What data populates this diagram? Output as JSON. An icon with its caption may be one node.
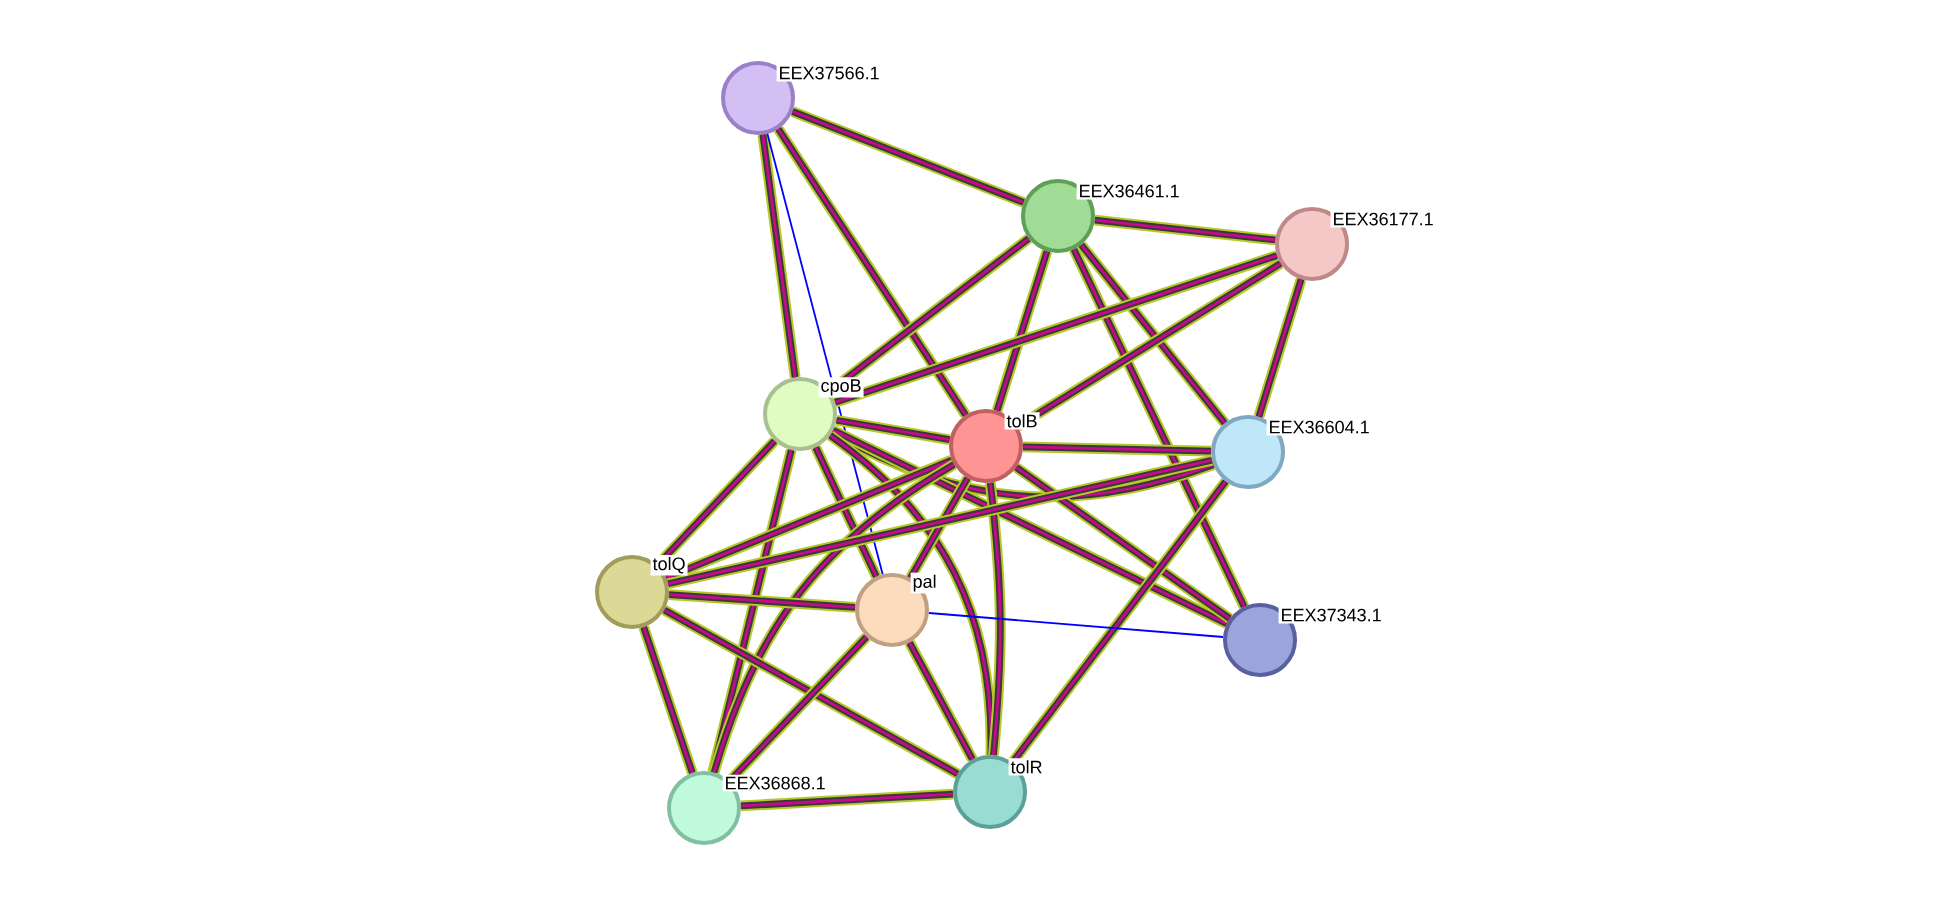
{
  "diagram": {
    "nodes": [
      {
        "text": [
          "EEX37566.1"
        ]
      },
      {
        "text": [
          "EEX36461.1"
        ]
      },
      {
        "text": [
          "EEX36177.1"
        ]
      },
      {
        "text": [
          "cpoB"
        ]
      },
      {
        "text": [
          "tolB"
        ]
      },
      {
        "text": [
          "EEX36604.1"
        ]
      },
      {
        "text": [
          "tolQ"
        ]
      },
      {
        "text": [
          "pal"
        ]
      },
      {
        "text": [
          "EEX37343.1"
        ]
      },
      {
        "text": [
          "EEX36868.1"
        ]
      },
      {
        "text": [
          "tolR"
        ]
      }
    ],
    "edges": [
      {
        "from": 0,
        "to": 1,
        "arrow": "none"
      },
      {
        "from": 0,
        "to": 3,
        "arrow": "none"
      },
      {
        "from": 0,
        "to": 4,
        "arrow": "none"
      },
      {
        "from": 0,
        "to": 7,
        "arrow": "none",
        "color": "#0000ff"
      },
      {
        "from": 1,
        "to": 2,
        "arrow": "none"
      },
      {
        "from": 1,
        "to": 3,
        "arrow": "none"
      },
      {
        "from": 1,
        "to": 4,
        "arrow": "none"
      },
      {
        "from": 1,
        "to": 5,
        "arrow": "none"
      },
      {
        "from": 1,
        "to": 8,
        "arrow": "none"
      },
      {
        "from": 2,
        "to": 3,
        "arrow": "none"
      },
      {
        "from": 2,
        "to": 4,
        "arrow": "none"
      },
      {
        "from": 2,
        "to": 5,
        "arrow": "none"
      },
      {
        "from": 3,
        "to": 4,
        "arrow": "none"
      },
      {
        "from": 3,
        "to": 5,
        "arrow": "none"
      },
      {
        "from": 3,
        "to": 6,
        "arrow": "none"
      },
      {
        "from": 3,
        "to": 7,
        "arrow": "none"
      },
      {
        "from": 3,
        "to": 8,
        "arrow": "none"
      },
      {
        "from": 3,
        "to": 9,
        "arrow": "none"
      },
      {
        "from": 3,
        "to": 10,
        "arrow": "none"
      },
      {
        "from": 4,
        "to": 5,
        "arrow": "none"
      },
      {
        "from": 4,
        "to": 6,
        "arrow": "none"
      },
      {
        "from": 4,
        "to": 7,
        "arrow": "none"
      },
      {
        "from": 4,
        "to": 8,
        "arrow": "none"
      },
      {
        "from": 4,
        "to": 9,
        "arrow": "none"
      },
      {
        "from": 4,
        "to": 10,
        "arrow": "none"
      },
      {
        "from": 5,
        "to": 6,
        "arrow": "none"
      },
      {
        "from": 5,
        "to": 10,
        "arrow": "none"
      },
      {
        "from": 6,
        "to": 7,
        "arrow": "none"
      },
      {
        "from": 6,
        "to": 9,
        "arrow": "none"
      },
      {
        "from": 6,
        "to": 10,
        "arrow": "none"
      },
      {
        "from": 7,
        "to": 8,
        "arrow": "none",
        "color": "#0000ff"
      },
      {
        "from": 7,
        "to": 9,
        "arrow": "none"
      },
      {
        "from": 7,
        "to": 10,
        "arrow": "none"
      },
      {
        "from": 9,
        "to": 10,
        "arrow": "none"
      }
    ]
  }
}
